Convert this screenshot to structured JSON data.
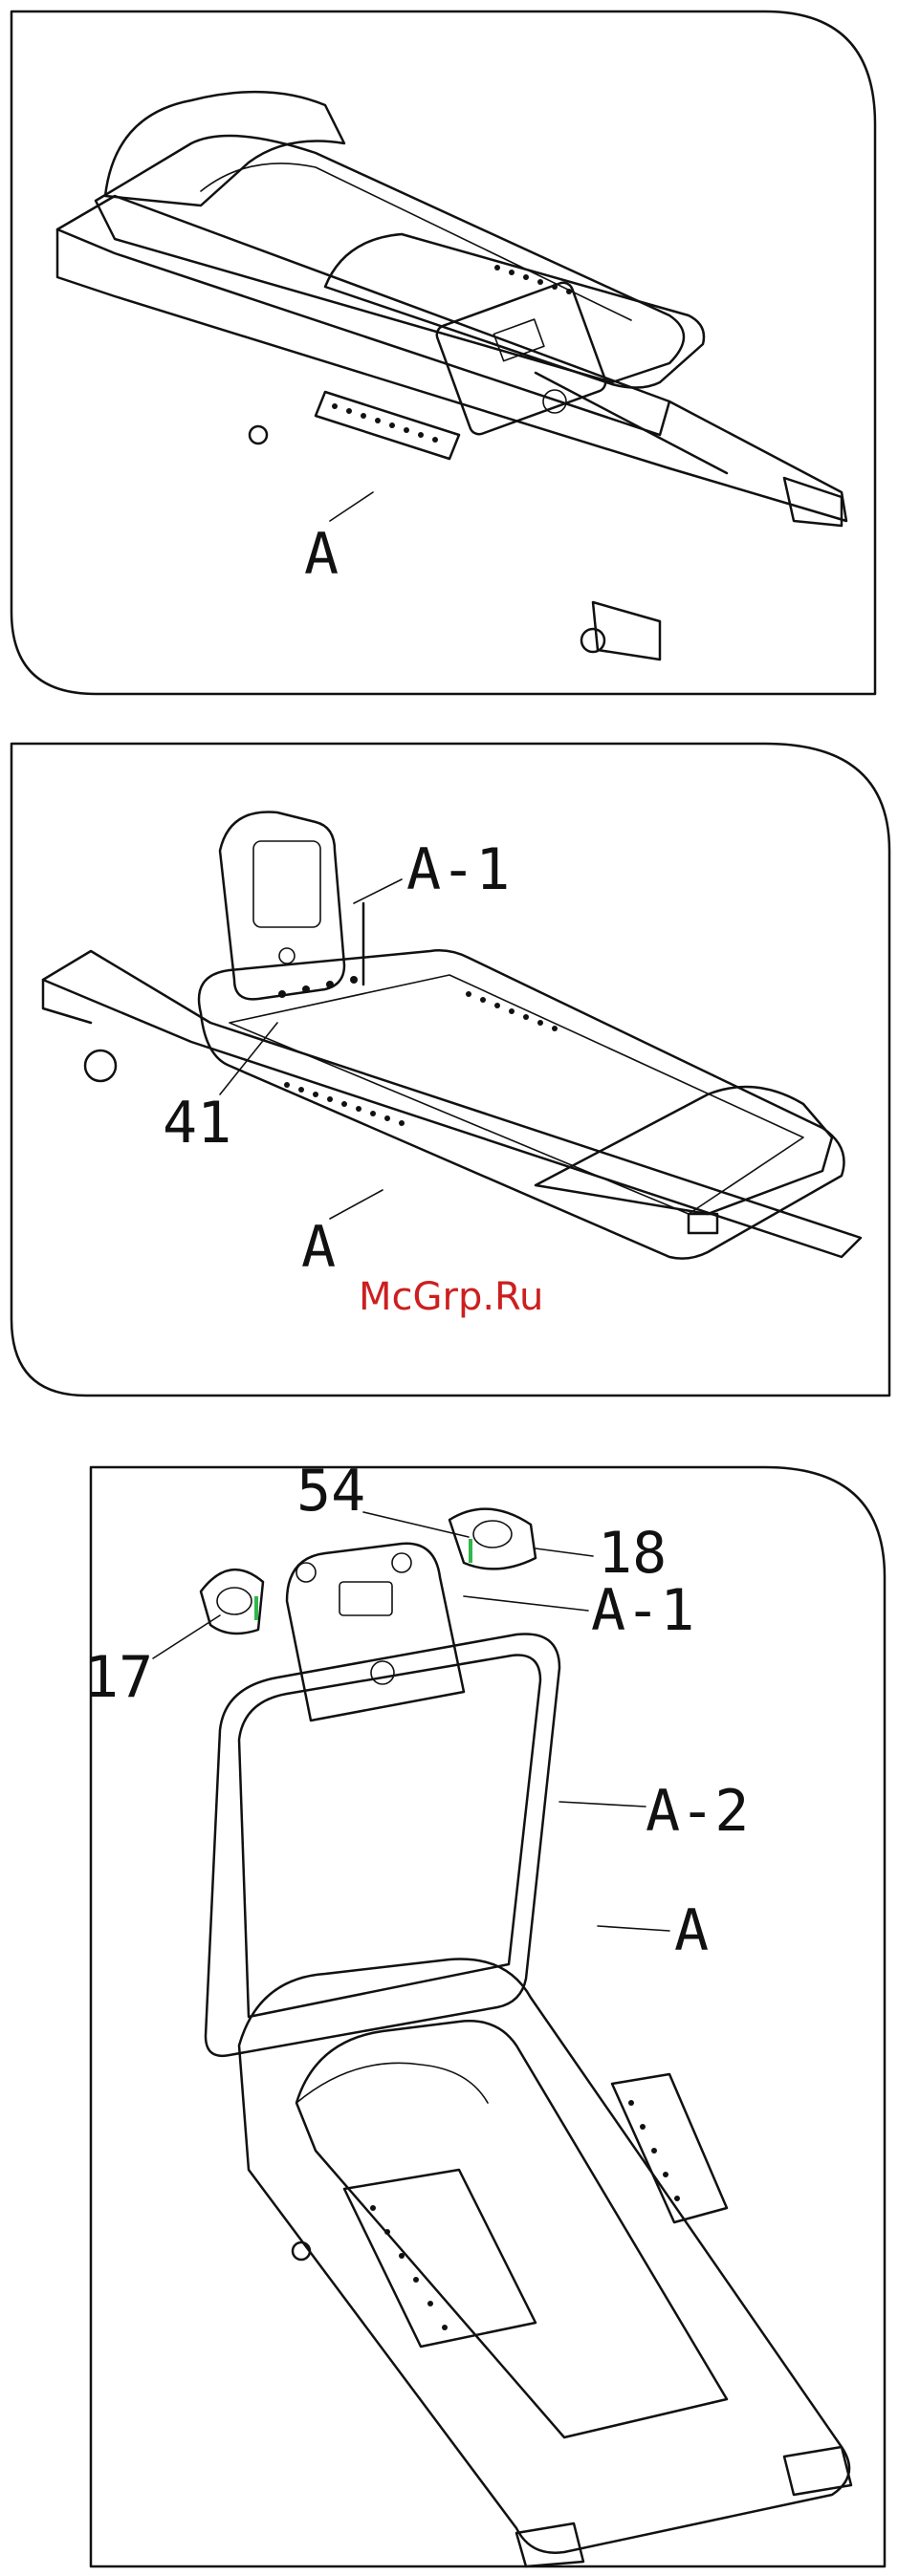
{
  "watermark": "McGrp.Ru",
  "panels": [
    {
      "callouts": [
        {
          "text": "A"
        }
      ]
    },
    {
      "callouts": [
        {
          "text": "A-1"
        },
        {
          "text": "41"
        },
        {
          "text": "A"
        }
      ]
    },
    {
      "callouts": [
        {
          "text": "54"
        },
        {
          "text": "18"
        },
        {
          "text": "A-1"
        },
        {
          "text": "17"
        },
        {
          "text": "A-2"
        },
        {
          "text": "A"
        }
      ]
    }
  ],
  "colors": {
    "line": "#111111",
    "watermark": "#cc1f1f",
    "highlight": "#2fb84a"
  },
  "icons": [
    "treadmill-folded",
    "treadmill-console-folded",
    "treadmill-assembled"
  ]
}
